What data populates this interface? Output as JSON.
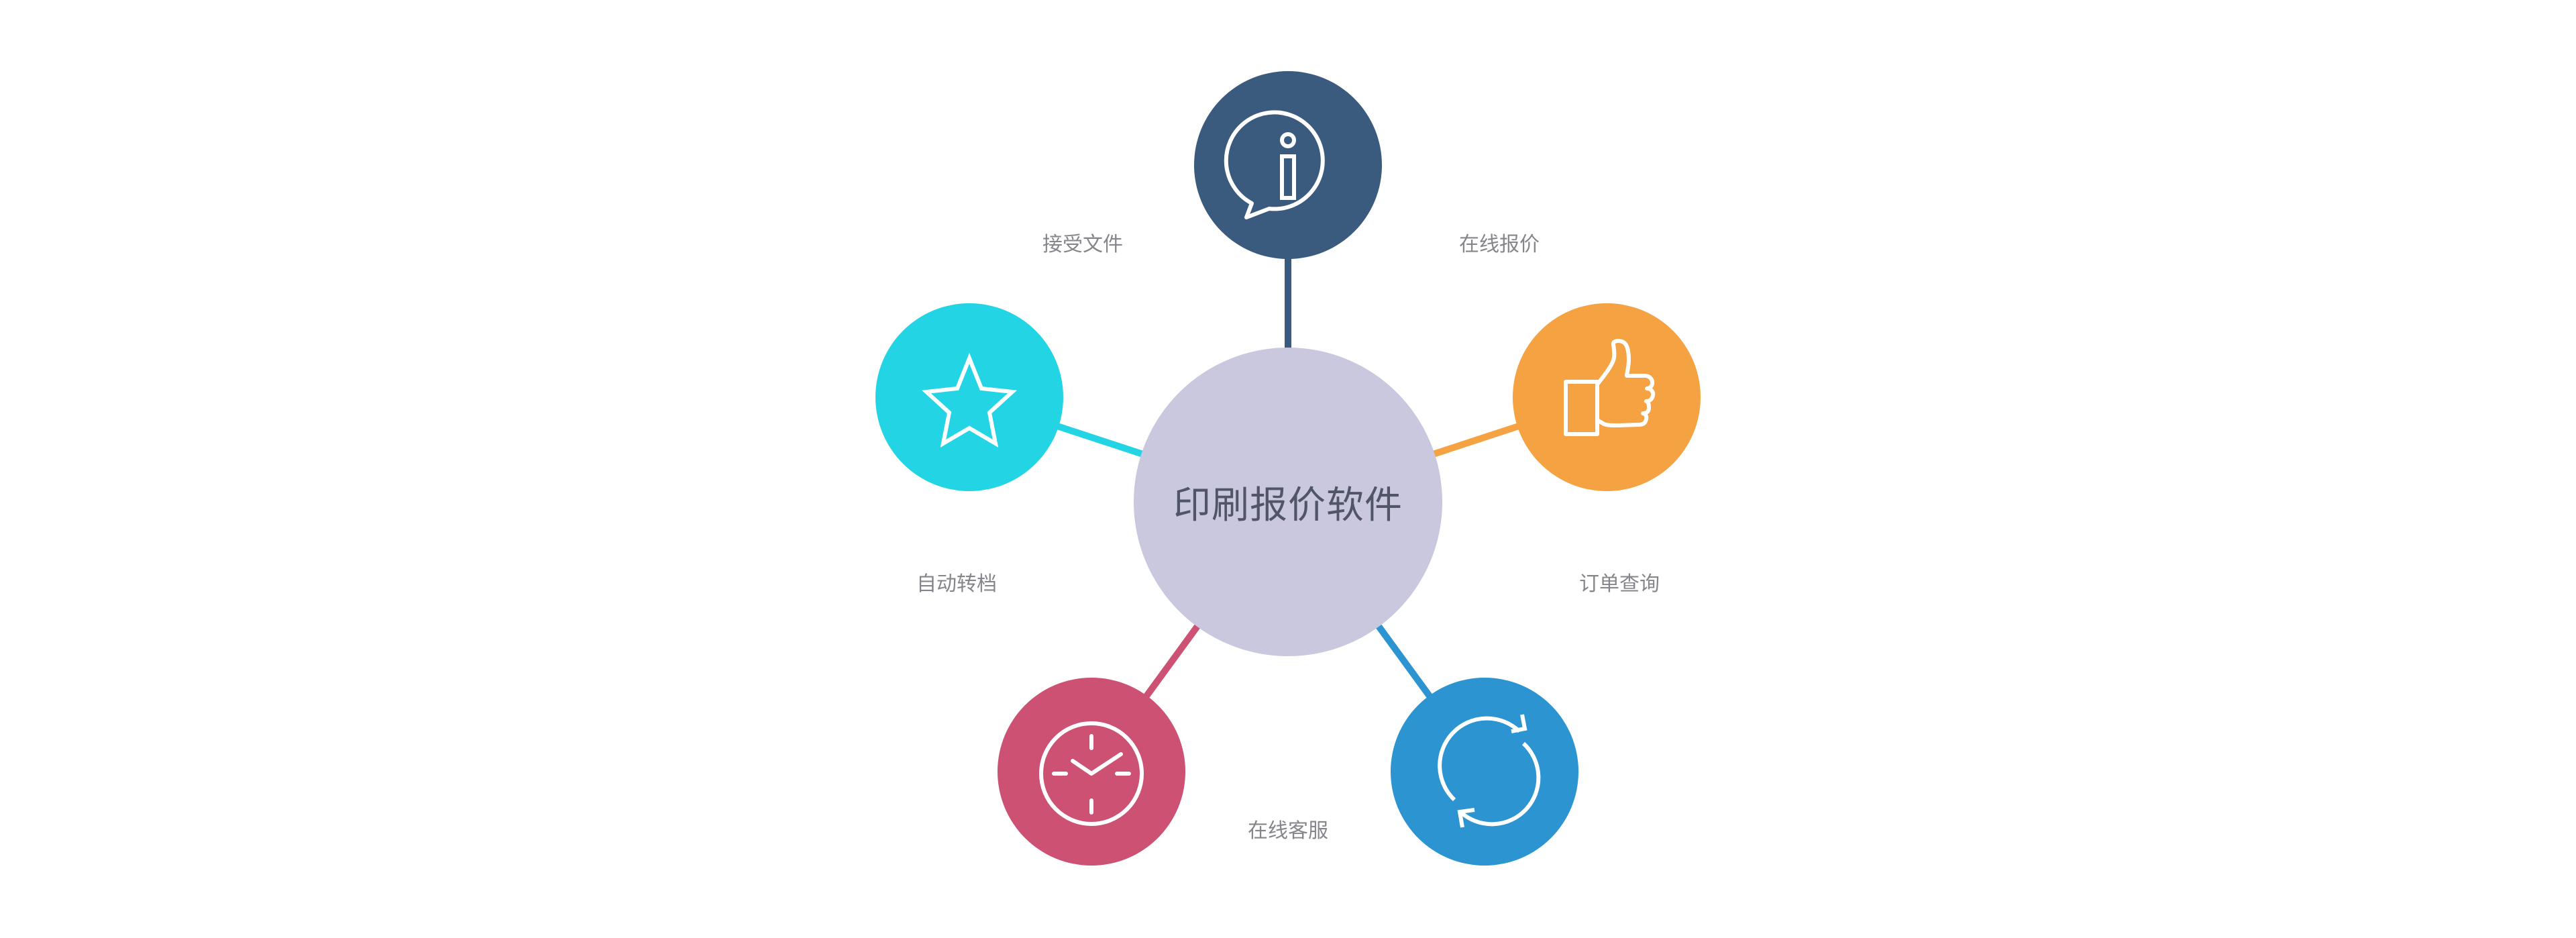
{
  "center": {
    "label": "印刷报价软件",
    "color": "#c9c8de",
    "text_color": "#505668"
  },
  "nodes": [
    {
      "id": "top",
      "icon": "info-chat-bubble-icon",
      "color": "#3a5b7e",
      "label": "在线报价"
    },
    {
      "id": "right",
      "icon": "thumbs-up-icon",
      "color": "#f4a242",
      "label": "订单查询"
    },
    {
      "id": "bottom-right",
      "icon": "refresh-cycle-icon",
      "color": "#2b94d1",
      "label": "在线客服"
    },
    {
      "id": "bottom-left",
      "icon": "clock-icon",
      "color": "#cd5173",
      "label": "自动转档"
    },
    {
      "id": "left",
      "icon": "star-icon",
      "color": "#23d5e4",
      "label": "接受文件"
    }
  ],
  "labels": {
    "top_left": "接受文件",
    "top_right": "在线报价",
    "mid_left": "自动转档",
    "mid_right": "订单查询",
    "bottom": "在线客服"
  }
}
